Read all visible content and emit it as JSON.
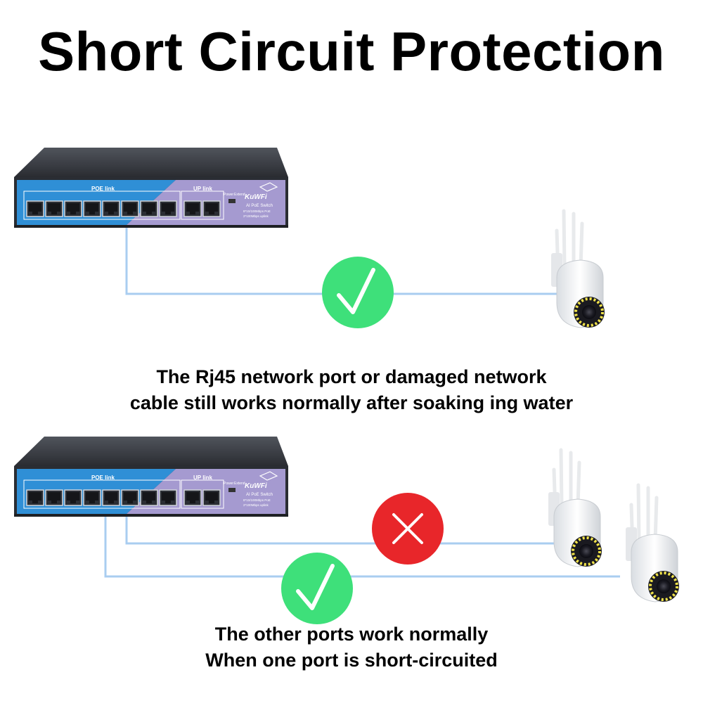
{
  "title": "Short Circuit Protection",
  "switch": {
    "poe_label": "POE link",
    "uplink_label": "UP link",
    "power_label": "Power",
    "extend_label": "Extend",
    "brand": "KuWFi",
    "model": "AI PoE Switch",
    "spec_line1": "8*10/100Mbps PoE",
    "spec_line2": "2*100Mbps uplink"
  },
  "caption_top": {
    "line1": "The Rj45 network port or damaged network",
    "line2": "cable still works normally after soaking ing water"
  },
  "caption_bottom": {
    "line1": "The other ports work normally",
    "line2": "When one port is short-circuited"
  },
  "colors": {
    "cable": "#a9cdf0",
    "ok": "#3ee07a",
    "fail": "#e8262a",
    "switch_blue": "#2f8fd6",
    "switch_purple": "#a59ad0",
    "switch_top": "#3a3d44"
  },
  "icons": [
    "check-icon",
    "cross-icon",
    "camera-icon",
    "switch-icon"
  ]
}
